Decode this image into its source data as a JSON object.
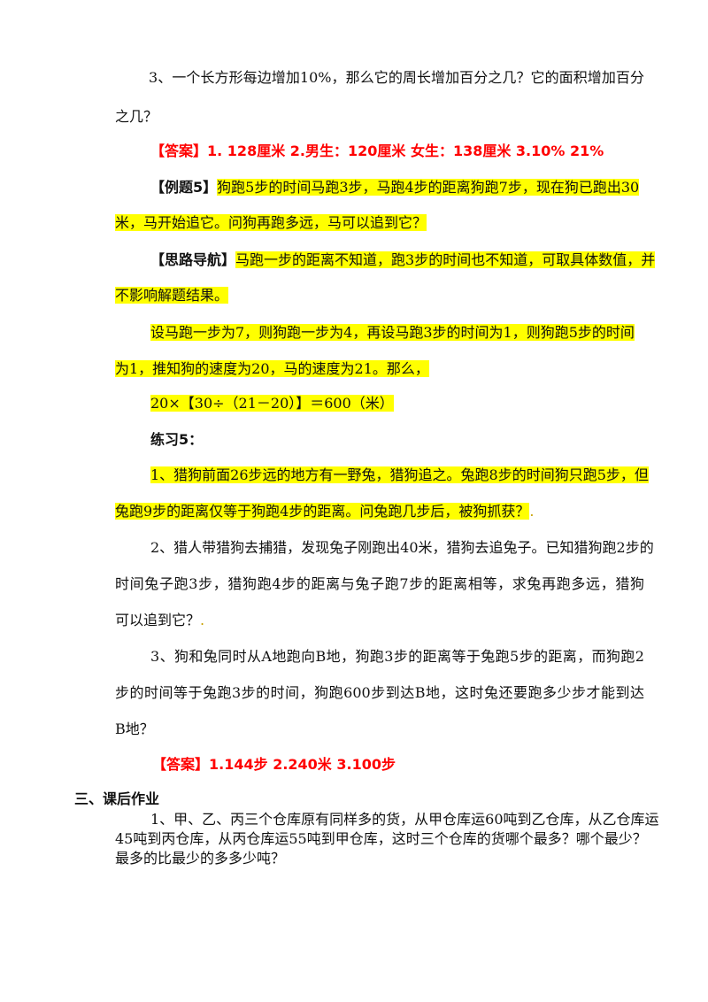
{
  "s3": {
    "q3_line1": "3、一个长方形每边增加10%，那么它的周长增加百分之几？它的面积增加百分",
    "q3_line2": "之几？",
    "answer_label": "【答案】",
    "answer_text": "1. 128厘米  2.男生：120厘米 女生：138厘米  3.10%  21%"
  },
  "example5": {
    "label": "【例题5】",
    "line1": "狗跑5步的时间马跑3步，马跑4步的距离狗跑7步，现在狗已跑出30",
    "line2": "米，马开始追它。问狗再跑多远，马可以追到它？"
  },
  "guide": {
    "label": "【思路导航】",
    "line1": "马跑一步的距离不知道，跑3步的时间也不知道，可取具体数值，并",
    "line2": "不影响解题结果。",
    "line3": "设马跑一步为7，则狗跑一步为4，再设马跑3步的时间为1，则狗跑5步的时间",
    "line4": "为1，推知狗的速度为20，马的速度为21。那么，",
    "formula": "20×【30÷（21－20）】＝600（米）"
  },
  "practice5": {
    "title": "练习5：",
    "q1_line1": "1、猎狗前面26步远的地方有一野兔，猎狗追之。兔跑8步的时间狗只跑5步，但",
    "q1_line2": "兔跑9步的距离仅等于狗跑4步的距离。问兔跑几步后，被狗抓获？",
    "q2_line1": "2、猎人带猎狗去捕猎，发现兔子刚跑出40米，猎狗去追兔子。已知猎狗跑2步的",
    "q2_line2": "时间兔子跑3步，猎狗跑4步的距离与兔子跑7步的距离相等，求兔再跑多远，猎狗",
    "q2_line3": "可以追到它？",
    "q3_line1": "3、狗和兔同时从A地跑向B地，狗跑3步的距离等于兔跑5步的距离，而狗跑2",
    "q3_line2": "步的时间等于兔跑3步的时间，狗跑600步到达B地，这时兔还要跑多少步才能到达",
    "q3_line3": "B地？",
    "answer_label": "【答案】",
    "answer_text": "1.144步  2.240米   3.100步"
  },
  "homework": {
    "heading": "三、课后作业",
    "q1_line1": "1、甲、乙、丙三个仓库原有同样多的货，从甲仓库运60吨到乙仓库，从乙仓库运",
    "q1_line2": "45吨到丙仓库，从丙仓库运55吨到甲仓库，这时三个仓库的货哪个最多？哪个最少？",
    "q1_line3": "最多的比最少的多多少吨？"
  }
}
